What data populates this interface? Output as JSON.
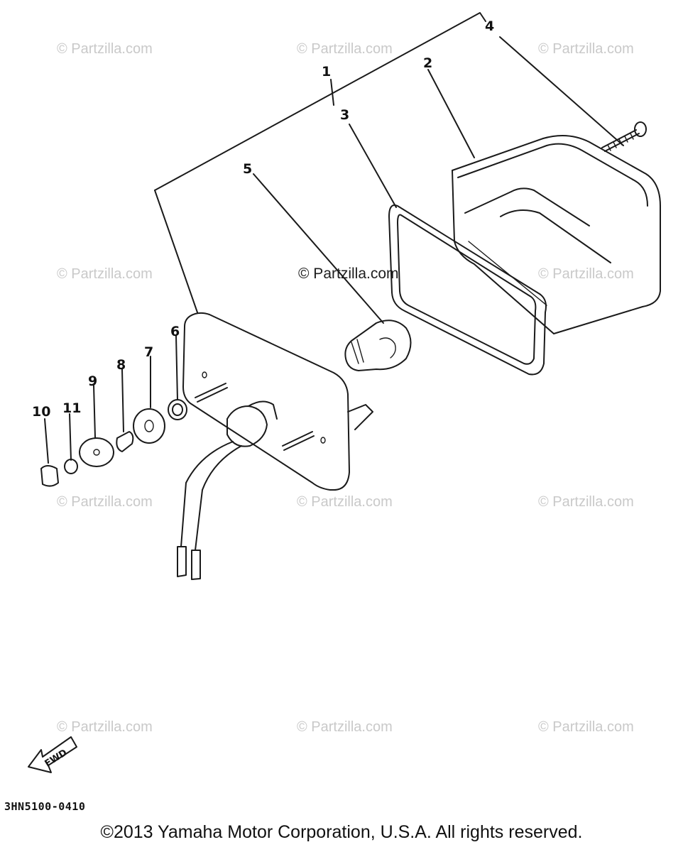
{
  "watermark": "© Partzilla.com",
  "callouts": [
    "1",
    "2",
    "3",
    "4",
    "5",
    "6",
    "7",
    "8",
    "9",
    "10",
    "11"
  ],
  "fwd_label": "FWD",
  "part_code": "3HN5100-0410",
  "copyright": "©2013 Yamaha Motor Corporation, U.S.A. All rights reserved."
}
